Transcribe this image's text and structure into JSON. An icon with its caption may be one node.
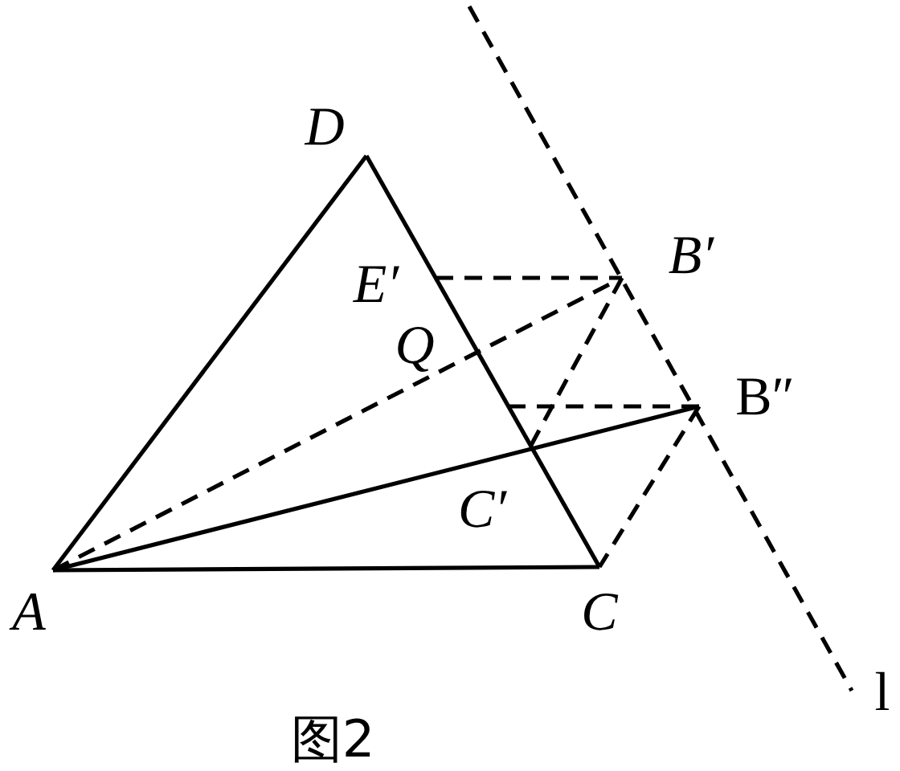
{
  "diagram": {
    "caption": "图2",
    "nodes": [
      {
        "text": [
          "D"
        ]
      },
      {
        "text": [
          "E′"
        ]
      },
      {
        "text": [
          "Q"
        ]
      },
      {
        "text": [
          "B′"
        ]
      },
      {
        "text": [
          "B″"
        ]
      },
      {
        "text": [
          "C′"
        ]
      },
      {
        "text": [
          "A"
        ]
      },
      {
        "text": [
          "C"
        ]
      },
      {
        "text": [
          "l"
        ]
      }
    ],
    "edges": [
      {
        "from": 6,
        "to": 0,
        "arrow": "none"
      },
      {
        "from": 0,
        "to": 7,
        "arrow": "none"
      },
      {
        "from": 6,
        "to": 7,
        "arrow": "none"
      },
      {
        "from": 6,
        "to": 4,
        "arrow": "none"
      },
      {
        "from": 6,
        "to": 3,
        "arrow": "none",
        "style": "dashed"
      },
      {
        "from": 1,
        "to": 3,
        "arrow": "none",
        "style": "dashed"
      },
      {
        "from": 4,
        "to": null,
        "arrow": "none",
        "style": "dashed"
      },
      {
        "from": 3,
        "to": 5,
        "arrow": "none",
        "style": "dashed"
      },
      {
        "from": 4,
        "to": 7,
        "arrow": "none",
        "style": "dashed"
      },
      {
        "from": null,
        "to": 8,
        "arrow": "none",
        "style": "dashed"
      }
    ]
  }
}
